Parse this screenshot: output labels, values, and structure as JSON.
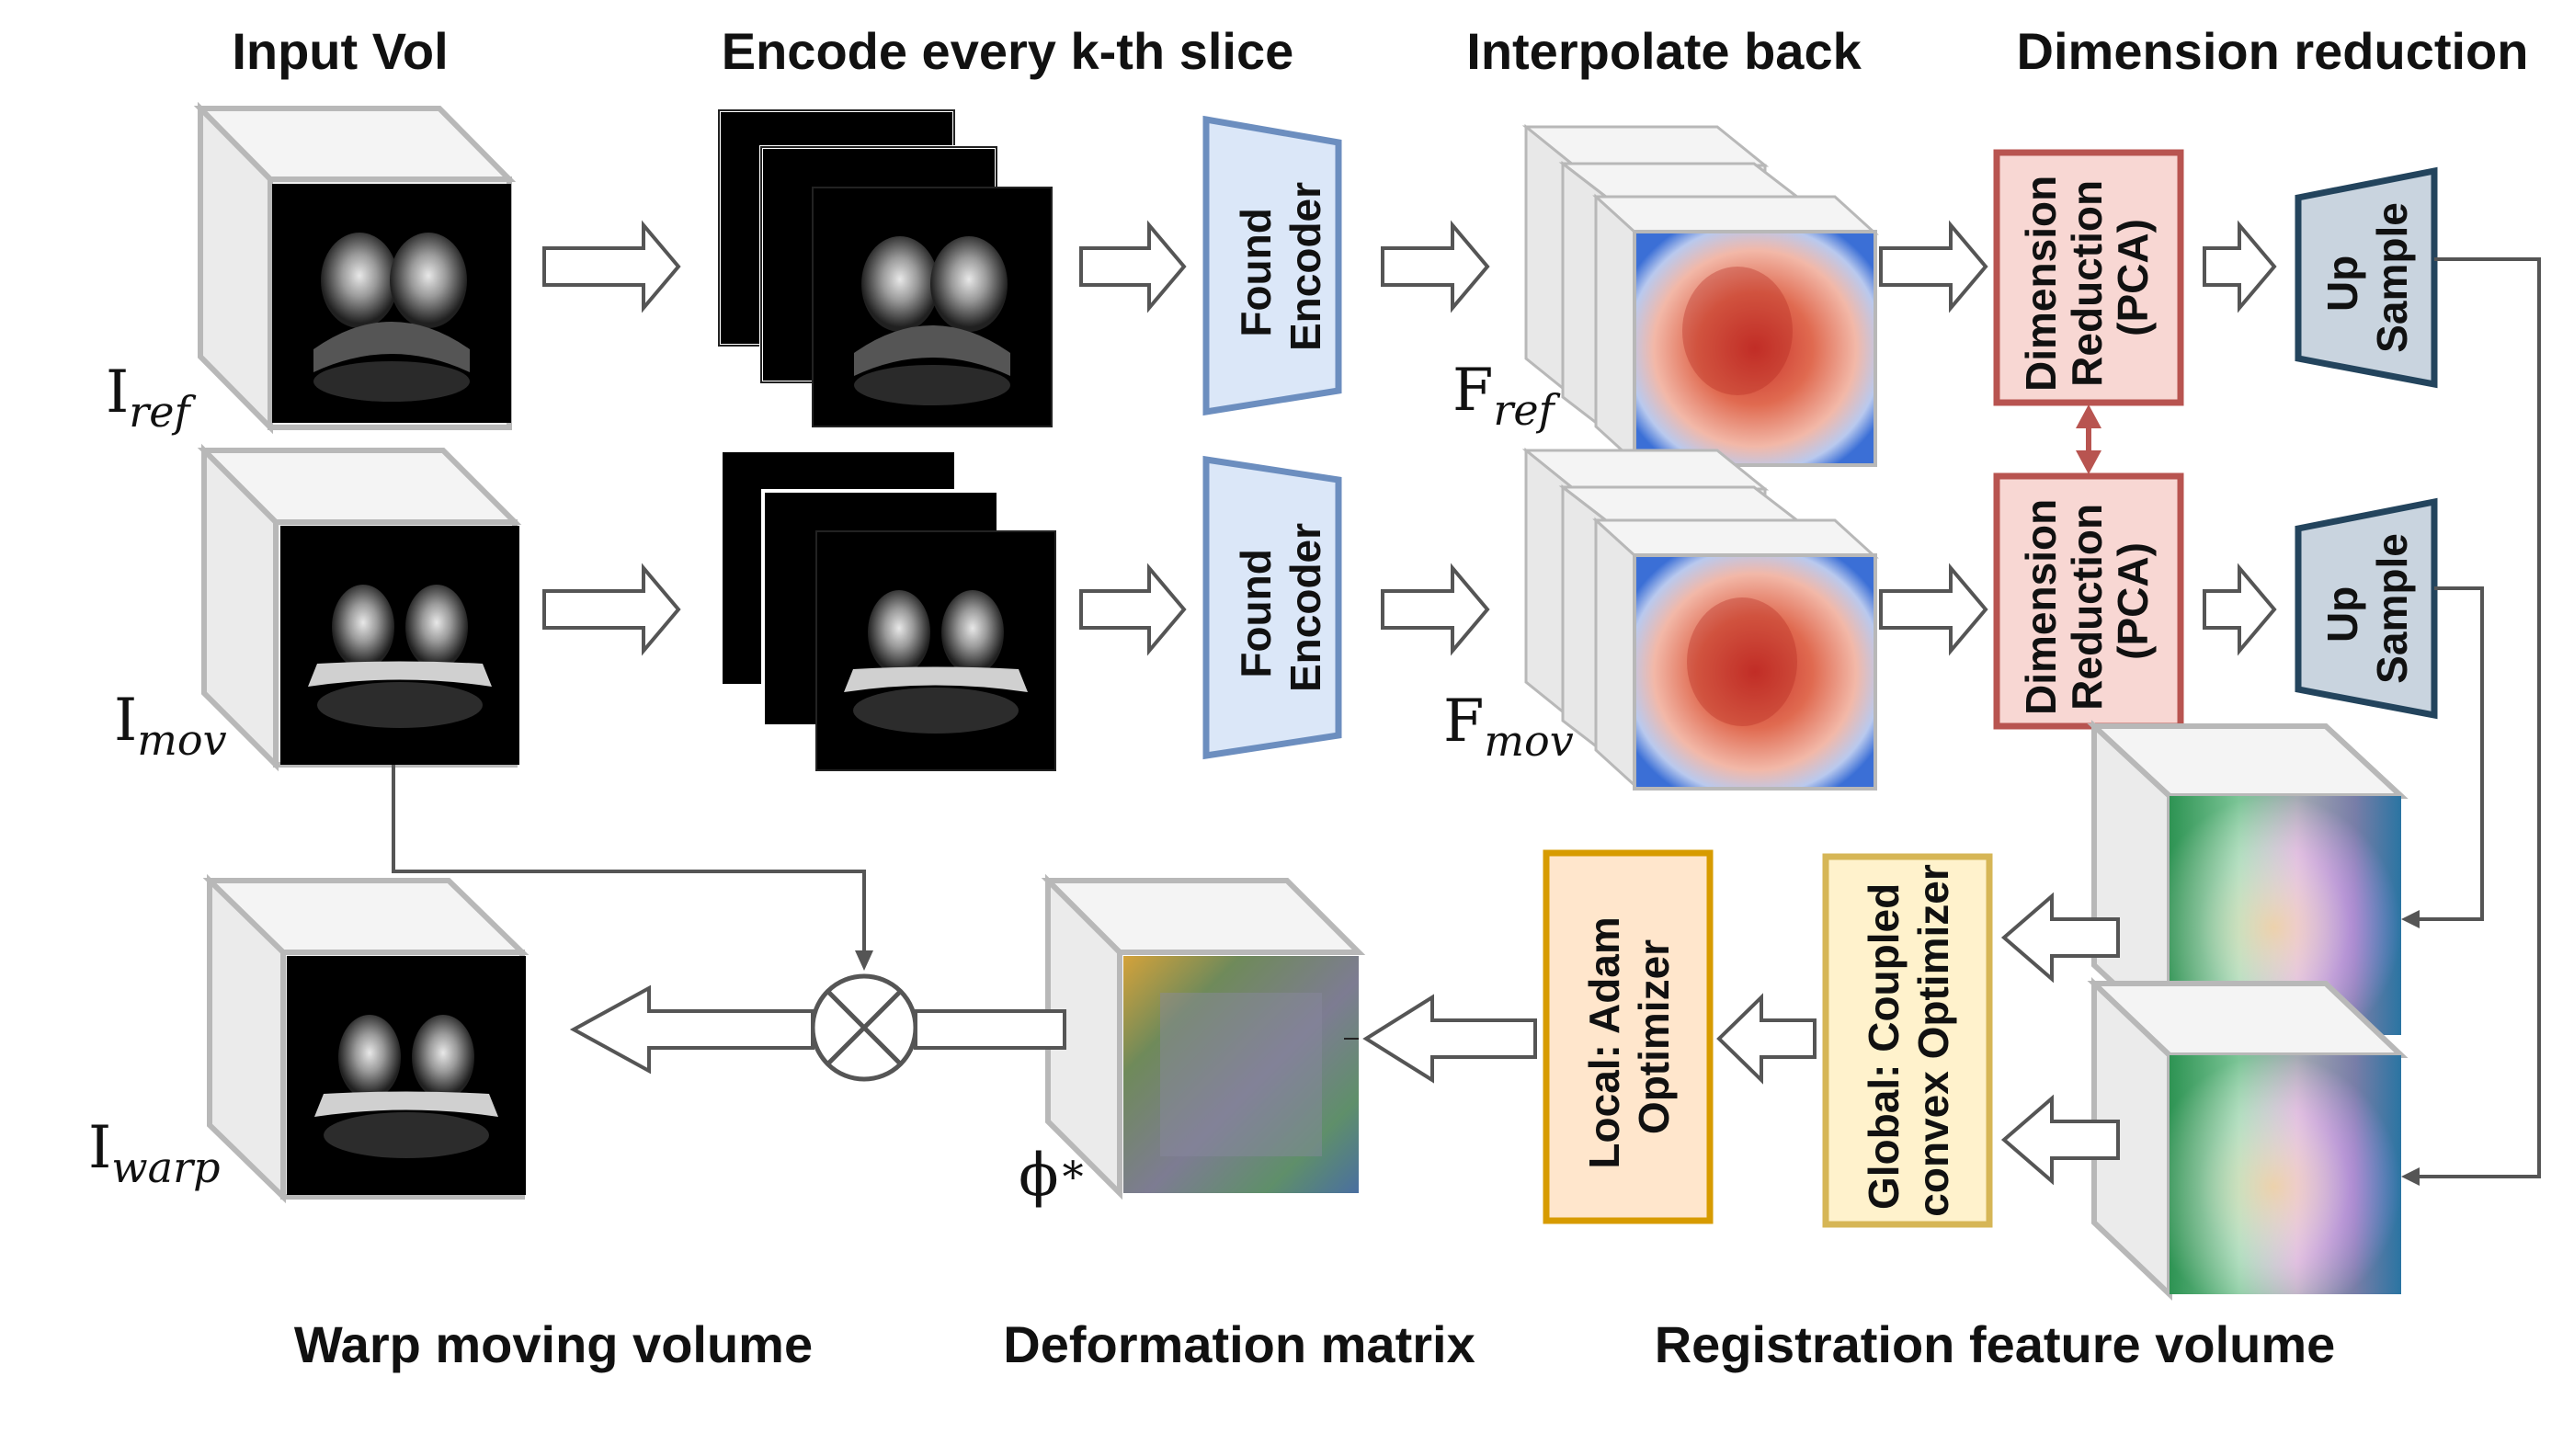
{
  "headers": {
    "input_vol": "Input Vol",
    "encode": "Encode every k-th slice",
    "interpolate": "Interpolate back",
    "dimred": "Dimension reduction",
    "warp": "Warp moving volume",
    "deformation": "Deformation matrix",
    "regfeat": "Registration feature volume"
  },
  "symbols": {
    "i_ref": {
      "base": "I",
      "sub": "ref"
    },
    "i_mov": {
      "base": "I",
      "sub": "mov"
    },
    "i_warp": {
      "base": "I",
      "sub": "warp"
    },
    "f_ref": {
      "base": "F",
      "sub": "ref"
    },
    "f_mov": {
      "base": "F",
      "sub": "mov"
    },
    "phi": {
      "base": "ϕ",
      "sub": "*"
    }
  },
  "encoder": {
    "line1": "Found",
    "line2": "Encoder"
  },
  "pca": {
    "line1": "Dimension",
    "line2": "Reduction",
    "line3": "(PCA)"
  },
  "upsample": {
    "line1": "Up",
    "line2": "Sample"
  },
  "global_opt": {
    "line1": "Global: Coupled",
    "line2": "convex Optimizer"
  },
  "local_opt": {
    "line1": "Local: Adam",
    "line2": "Optimizer"
  },
  "colors": {
    "encoder_fill": "#dbe7f8",
    "encoder_stroke": "#6c8ebf",
    "pca_fill": "#f8d7d3",
    "pca_stroke": "#b85450",
    "upsample_fill": "#c9d4df",
    "upsample_stroke": "#23445d",
    "global_fill": "#fff2cc",
    "global_stroke": "#d6b656",
    "local_fill": "#ffe6cc",
    "local_stroke": "#d79b00",
    "pca_link": "#b85450"
  }
}
